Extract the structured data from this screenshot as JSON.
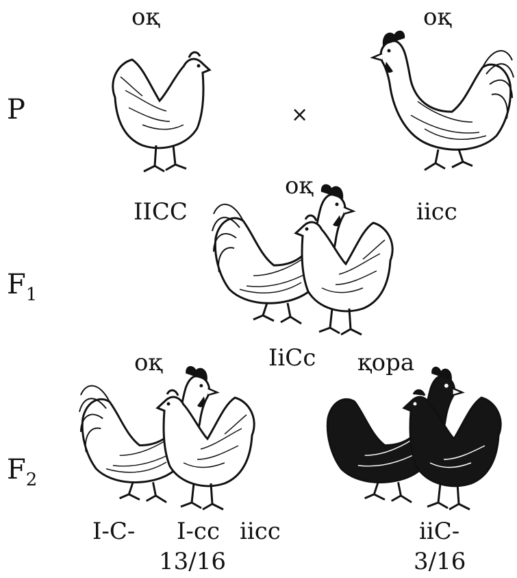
{
  "parents": {
    "label": "P",
    "hen": {
      "color_label": "оқ",
      "genotype": "IICC"
    },
    "rooster": {
      "color_label": "оқ",
      "genotype": "iicc"
    },
    "cross_symbol": "×"
  },
  "f1": {
    "label": "F",
    "label_sub": "1",
    "color_label": "оқ",
    "genotype": "IiCc"
  },
  "f2": {
    "label": "F",
    "label_sub": "2",
    "white_group": {
      "color_label": "оқ",
      "genotypes": [
        "I-C-",
        "I-cc",
        "iicc"
      ],
      "ratio": "13/16"
    },
    "black_group": {
      "color_label": "қора",
      "genotype": "iiC-",
      "ratio": "3/16"
    }
  },
  "colors": {
    "ink": "#111111",
    "paper": "#ffffff",
    "black_bird": "#151515"
  }
}
